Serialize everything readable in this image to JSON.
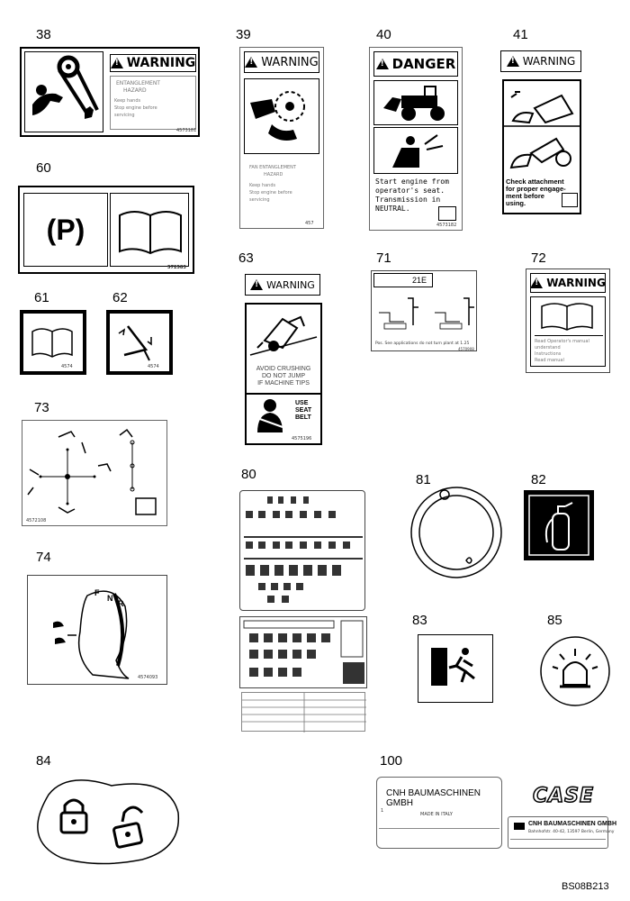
{
  "parts": {
    "n38": "38",
    "n39": "39",
    "n40": "40",
    "n41": "41",
    "n60": "60",
    "n61": "61",
    "n62": "62",
    "n63": "63",
    "n71": "71",
    "n72": "72",
    "n73": "73",
    "n74": "74",
    "n80": "80",
    "n81": "81",
    "n82": "82",
    "n83": "83",
    "n84": "84",
    "n85": "85",
    "n100": "100"
  },
  "decal38": {
    "signal": "WARNING",
    "text": [
      "ENTANGLEMENT",
      "HAZARD",
      "Keep hands",
      "Stop engine before",
      "servicing"
    ],
    "code": "4573181"
  },
  "decal39": {
    "signal": "WARNING",
    "text": [
      "FAN ENTANGLEMENT",
      "HAZARD",
      "Keep hands",
      "Stop engine before",
      "servicing"
    ],
    "code": "457"
  },
  "decal40": {
    "signal": "DANGER",
    "text": [
      "Start engine from",
      "operator's seat.",
      "Transmission in",
      "NEUTRAL."
    ],
    "code": "4573182"
  },
  "decal41": {
    "signal": "WARNING",
    "text": [
      "Check attachment",
      "for proper engage-",
      "ment before",
      "using."
    ]
  },
  "decal60": {
    "symbol": "(P)",
    "code": "572583"
  },
  "decal61": {
    "code": "4574"
  },
  "decal62": {
    "code": "4574"
  },
  "decal63": {
    "signal": "WARNING",
    "text": [
      "AVOID CRUSHING",
      "DO NOT JUMP",
      "IF MACHINE TIPS"
    ],
    "belt": [
      "USE",
      "SEAT",
      "BELT"
    ],
    "code": "4575196"
  },
  "decal71": {
    "model": "21E",
    "footer": "Pos. See applications do not turn plant at 1.25",
    "code": "4570908"
  },
  "decal72": {
    "signal": "WARNING",
    "text": [
      "Read Operator's manual",
      "understand",
      "Instructions",
      "Read manual"
    ]
  },
  "decal73": {
    "code": "4572108"
  },
  "decal74": {
    "labels": [
      "F",
      "N",
      "R"
    ],
    "code": "4574093"
  },
  "decal100": {
    "company": "CNH BAUMASCHINEN GMBH",
    "made": "MADE IN ITALY",
    "index": "1",
    "brand": "CASE",
    "company2": "CNH BAUMASCHINEN GMBH",
    "address": "Bahnhofstr. 40-42, 13597 Berlin, Germany"
  },
  "footer": {
    "figure_code": "BS08B213"
  }
}
